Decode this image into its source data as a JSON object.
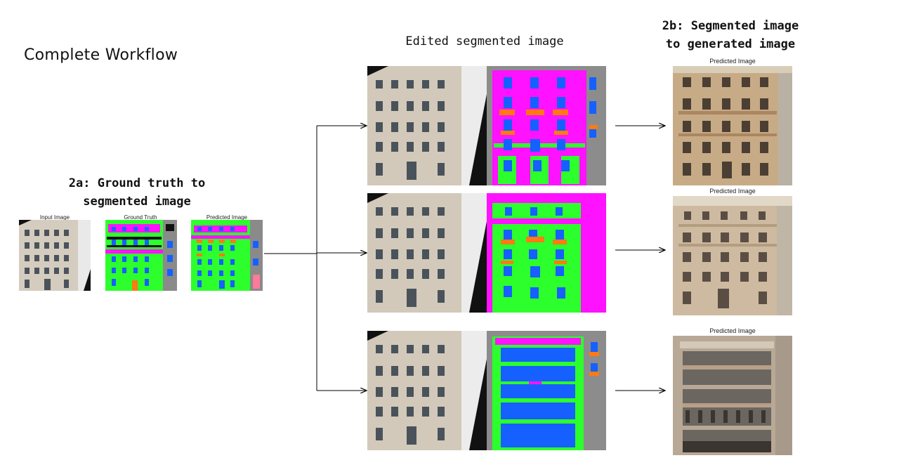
{
  "title": "Complete Workflow",
  "section_2a": {
    "heading_line1": "2a: Ground truth to",
    "heading_line2": "segmented image",
    "captions": [
      "Input Image",
      "Ground Truth",
      "Predicted Image"
    ]
  },
  "section_edited": {
    "heading": "Edited segmented image"
  },
  "section_2b": {
    "heading_line1": "2b: Segmented image",
    "heading_line2": "to generated image",
    "captions": [
      "Predicted Image",
      "Predicted Image",
      "Predicted Image"
    ]
  },
  "colors": {
    "facade": "#cfc6b8",
    "window": "#3f4a52",
    "seg_green": "#2dff2d",
    "seg_magenta": "#ff12ff",
    "seg_blue": "#1660ff",
    "seg_orange": "#ff7a12",
    "generated": "#c9ad8a"
  }
}
